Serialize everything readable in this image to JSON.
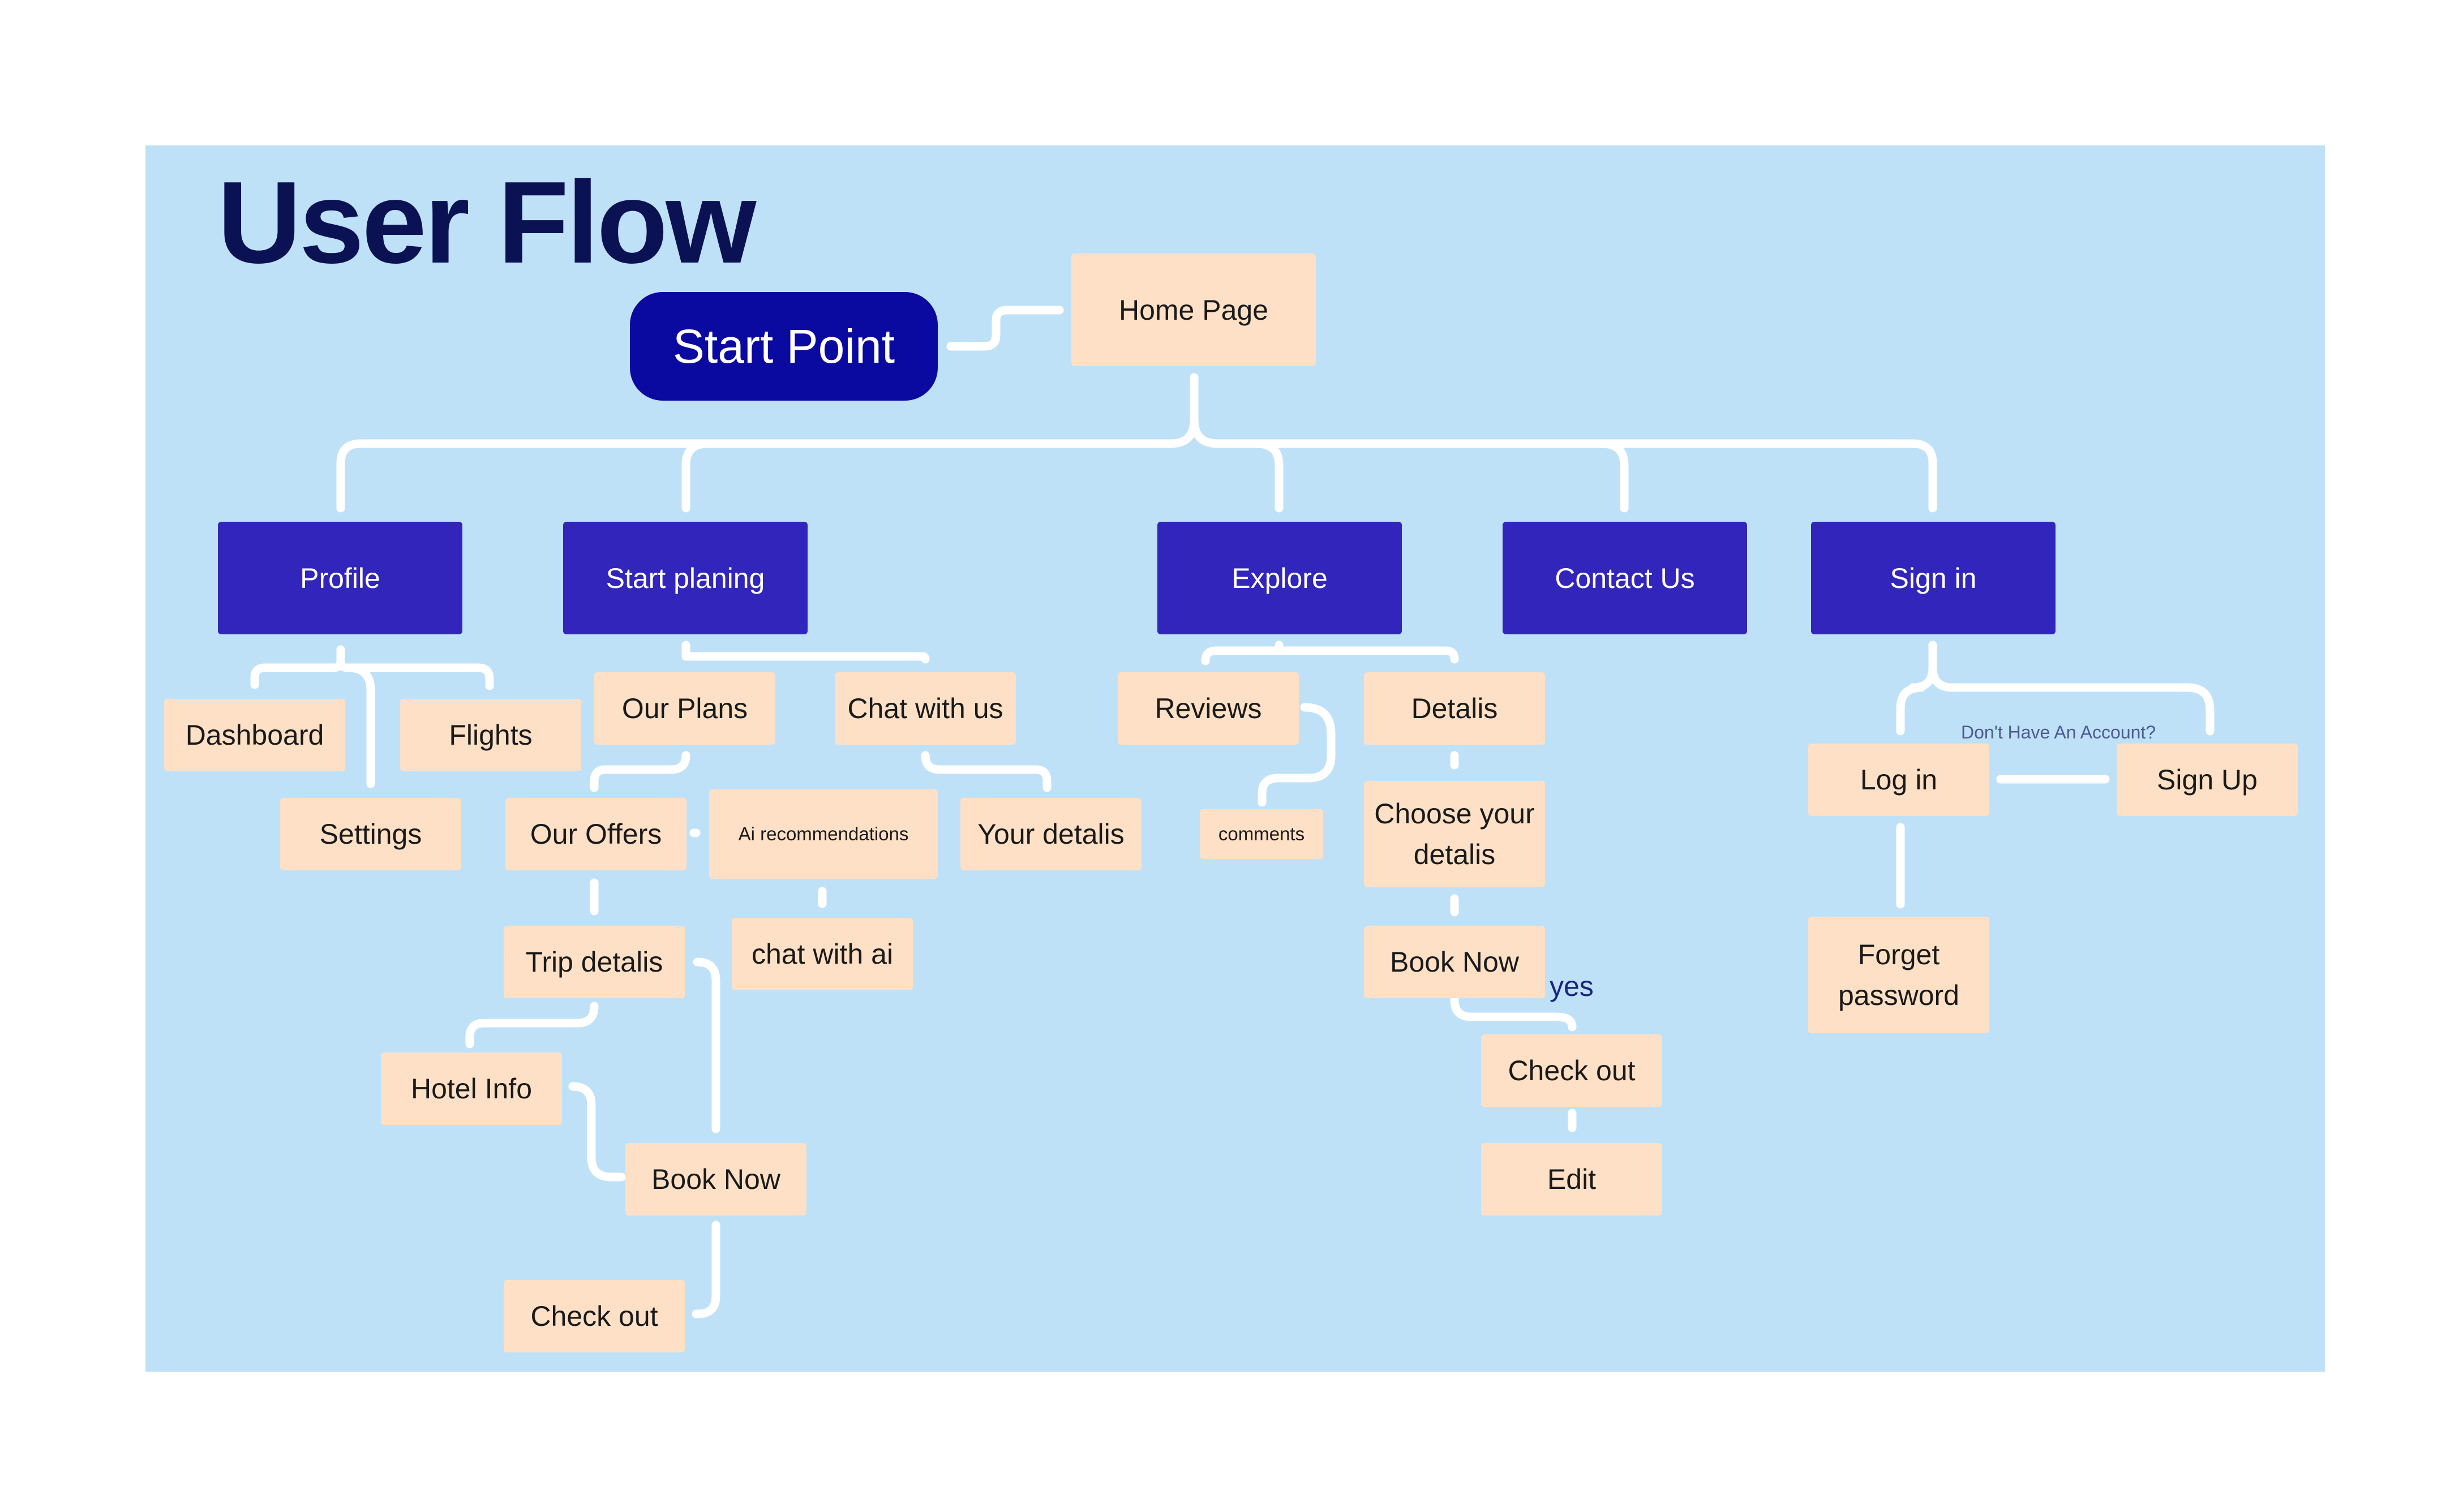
{
  "title": "User Flow",
  "start_point": "Start Point",
  "home_page": "Home Page",
  "main_nav": {
    "profile": "Profile",
    "start_planning": "Start planing",
    "explore": "Explore",
    "contact_us": "Contact Us",
    "sign_in": "Sign in"
  },
  "profile_branch": {
    "dashboard": "Dashboard",
    "flights": "Flights",
    "settings": "Settings"
  },
  "planning_branch": {
    "our_plans": "Our Plans",
    "chat_with_us": "Chat with us",
    "our_offers": "Our Offers",
    "ai_recommendations": "Ai recommendations",
    "your_details": "Your detalis",
    "chat_with_ai": "chat with ai",
    "trip_details": "Trip detalis",
    "hotel_info": "Hotel Info",
    "book_now": "Book Now",
    "check_out": "Check out"
  },
  "explore_branch": {
    "reviews": "Reviews",
    "details": "Detalis",
    "comments": "comments",
    "choose_details_line1": "Choose your",
    "choose_details_line2": "detalis",
    "book_now": "Book Now",
    "yes": "yes",
    "check_out": "Check out",
    "edit": "Edit"
  },
  "sign_in_branch": {
    "hint": "Don't Have An Account?",
    "log_in": "Log in",
    "sign_up": "Sign Up",
    "forget_line1": "Forget",
    "forget_line2": "password"
  },
  "colors": {
    "board": "#bfe1f8",
    "title": "#0b1254",
    "start": "#0a0aa0",
    "nav_box": "#3225bc",
    "step_box": "#fde0c5",
    "connector": "#ffffff"
  }
}
